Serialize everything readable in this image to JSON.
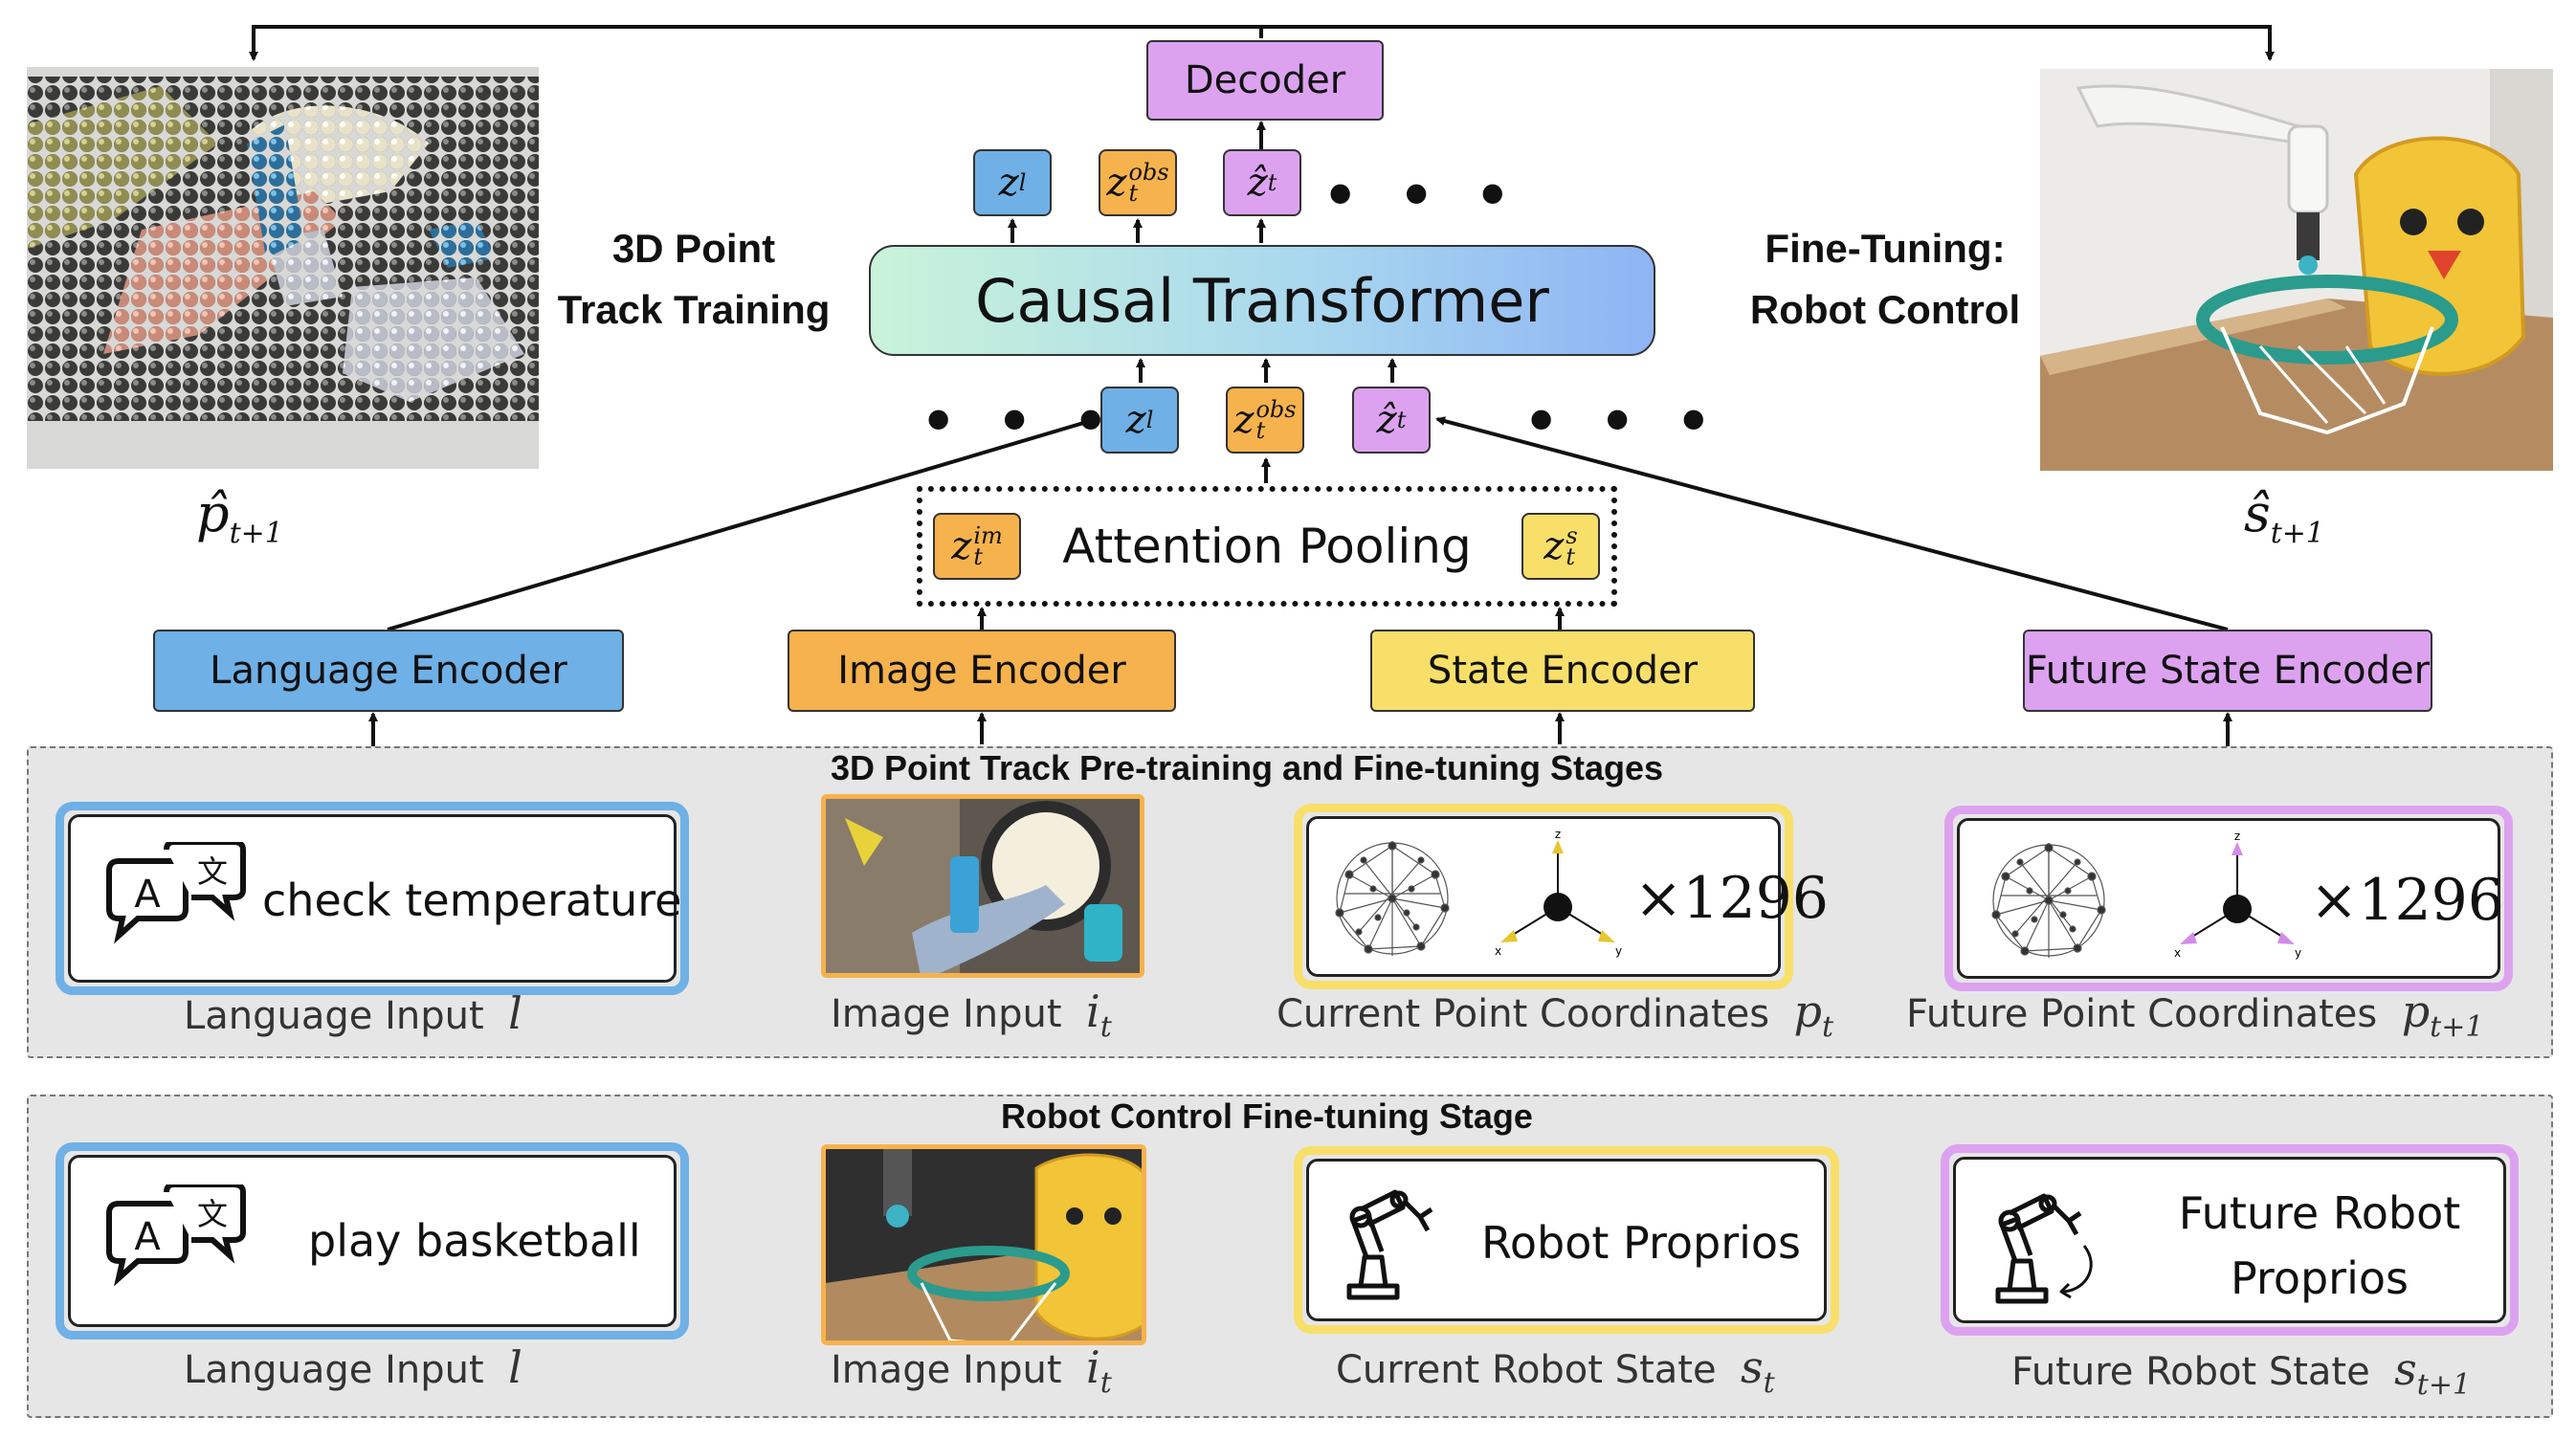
{
  "top": {
    "decoder": "Decoder",
    "transformer": "Causal Transformer",
    "attention_pooling": "Attention Pooling",
    "left_title_line1": "3D Point",
    "left_title_line2": "Track Training",
    "right_title_line1": "Fine-Tuning:",
    "right_title_line2": "Robot Control",
    "left_output_label": "p̂",
    "left_output_sub": "t+1",
    "right_output_label": "ŝ",
    "right_output_sub": "t+1",
    "ellipsis": "• • •"
  },
  "tokens": {
    "zl": "z",
    "zl_sub": "l",
    "zobs": "z",
    "zobs_sup": "obs",
    "zobs_sub": "t",
    "zhat": "ẑ",
    "zhat_sub": "t",
    "zim": "z",
    "zim_sup": "im",
    "zim_sub": "t",
    "zs": "z",
    "zs_sup": "s",
    "zs_sub": "t"
  },
  "encoders": {
    "language": "Language Encoder",
    "image": "Image Encoder",
    "state": "State Encoder",
    "future_state": "Future State Encoder"
  },
  "stage1": {
    "title": "3D Point Track Pre-training and Fine-tuning Stages",
    "language_text": "check temperature",
    "language_caption": "Language Input",
    "language_sym": "l",
    "image_caption": "Image Input",
    "image_sym": "i",
    "image_sym_sub": "t",
    "current_caption": "Current Point Coordinates",
    "current_sym": "p",
    "current_sym_sub": "t",
    "current_mult": "×1296",
    "future_caption": "Future Point Coordinates",
    "future_sym": "p",
    "future_sym_sub": "t+1",
    "future_mult": "×1296",
    "axis_x": "x",
    "axis_y": "y",
    "axis_z": "z"
  },
  "stage2": {
    "title": "Robot Control Fine-tuning Stage",
    "language_text": "play basketball",
    "language_caption": "Language Input",
    "language_sym": "l",
    "image_caption": "Image Input",
    "image_sym": "i",
    "image_sym_sub": "t",
    "proprio_text": "Robot Proprios",
    "current_caption": "Current Robot State",
    "current_sym": "s",
    "current_sym_sub": "t",
    "future_proprio_line1": "Future Robot",
    "future_proprio_line2": "Proprios",
    "future_caption": "Future Robot State",
    "future_sym": "s",
    "future_sym_sub": "t+1"
  },
  "icons": {
    "translate": "translate-icon",
    "point_cloud": "point-cloud-icon",
    "axes": "axes-icon",
    "robot_arm": "robot-arm-icon"
  },
  "colors": {
    "language": "#6fb0e6",
    "image": "#f6b24d",
    "state": "#f8df6a",
    "future": "#dca2f0",
    "transformer_start": "#c9f3d9",
    "transformer_end": "#8fb4f4"
  }
}
